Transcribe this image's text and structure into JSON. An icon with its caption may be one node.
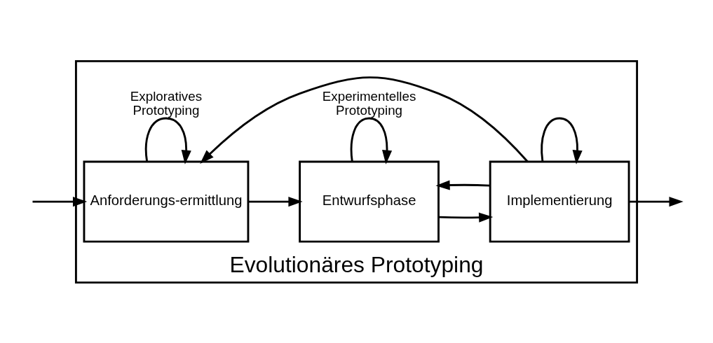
{
  "diagram": {
    "nodes": [
      {
        "text": [
          "Evolutionäres Prototyping"
        ]
      },
      {
        "text": [
          "Anforderungs-ermittlung"
        ],
        "in": 0
      },
      {
        "text": [
          "Entwurfsphase"
        ],
        "in": 0
      },
      {
        "text": [
          "Implementierung"
        ],
        "in": 0
      }
    ],
    "edges": [
      {
        "from": null,
        "to": 1,
        "arrow": "to"
      },
      {
        "from": 1,
        "to": 1,
        "arrow": "to",
        "label": "Exploratives Prototyping"
      },
      {
        "from": 1,
        "to": 2,
        "arrow": "to"
      },
      {
        "from": 2,
        "to": 2,
        "arrow": "to",
        "label": "Experimentelles Prototyping"
      },
      {
        "from": 2,
        "to": 3,
        "arrow": "to"
      },
      {
        "from": 3,
        "to": null,
        "arrow": "to"
      },
      {
        "from": 3,
        "to": 1,
        "arrow": "to"
      },
      {
        "from": 3,
        "to": 2,
        "arrow": "to"
      },
      {
        "from": 3,
        "to": 3,
        "arrow": "to"
      }
    ]
  }
}
